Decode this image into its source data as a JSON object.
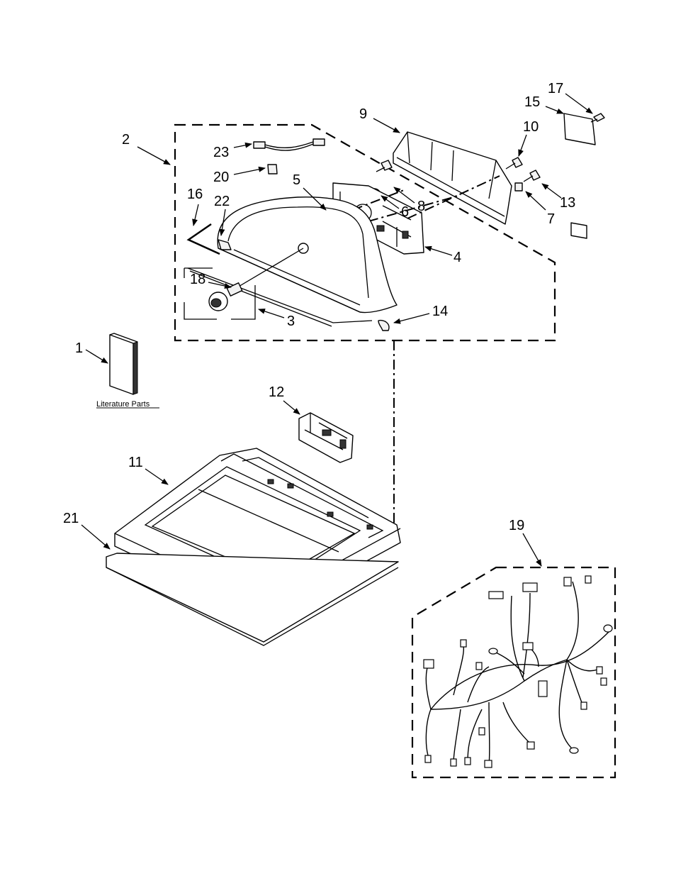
{
  "callouts": {
    "c1": "1",
    "c2": "2",
    "c3": "3",
    "c4": "4",
    "c5": "5",
    "c6": "6",
    "c7": "7",
    "c8": "8",
    "c9": "9",
    "c10": "10",
    "c11": "11",
    "c12": "12",
    "c13": "13",
    "c14": "14",
    "c15": "15",
    "c16": "16",
    "c17": "17",
    "c18": "18",
    "c19": "19",
    "c20": "20",
    "c21": "21",
    "c22": "22",
    "c23": "23"
  },
  "literature_label": "Literature Parts"
}
